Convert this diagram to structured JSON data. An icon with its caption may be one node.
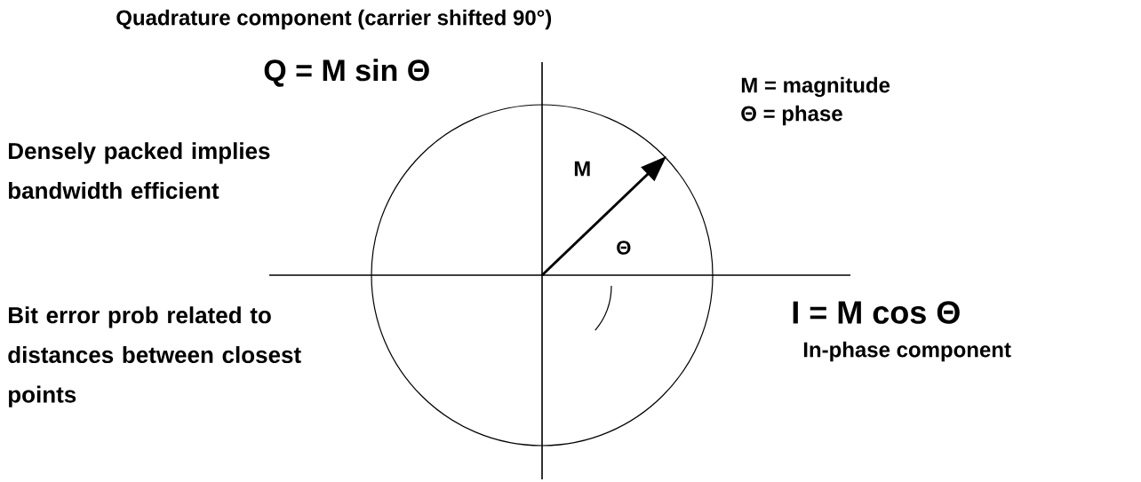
{
  "diagram": {
    "labels": [
      "Quadrature component (carrier shifted 90°)",
      "Q = M sin Θ",
      "M = magnitude",
      "Θ = phase",
      "Densely packed implies bandwidth efficient",
      "M",
      "Θ",
      "Bit error prob related to distances between closest points",
      "I = M cos Θ",
      "In-phase component"
    ]
  }
}
